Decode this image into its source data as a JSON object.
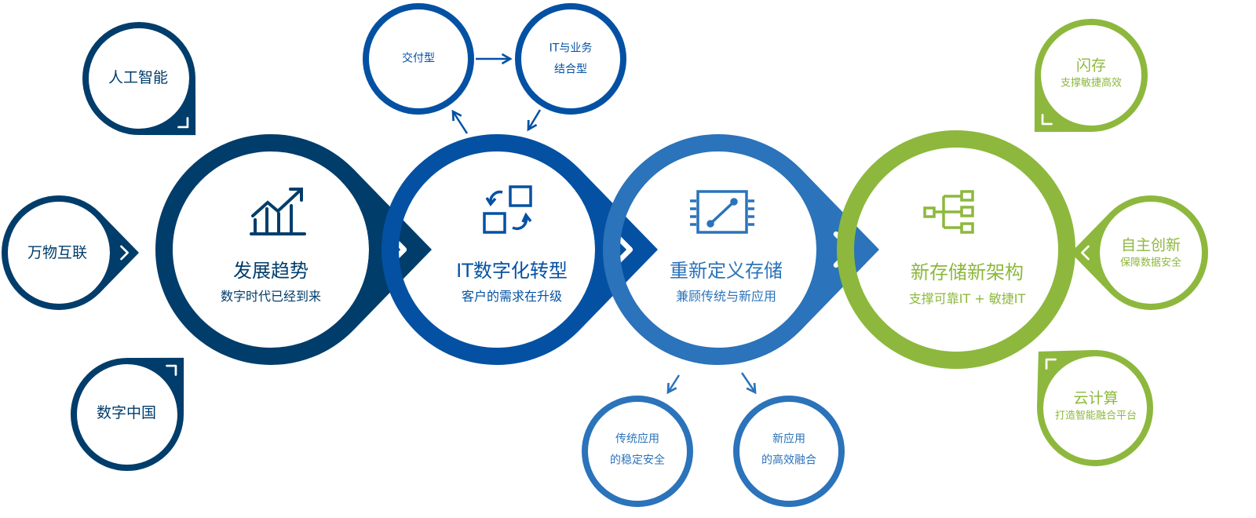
{
  "colors": {
    "navy": "#013d6b",
    "blue": "#0451a3",
    "lightblue": "#2b73ba",
    "green": "#8db83d"
  },
  "main": [
    {
      "title": "发展趋势",
      "subtitle": "数字时代已经到来",
      "icon": "trend-chart-icon"
    },
    {
      "title": "IT数字化转型",
      "subtitle": "客户的需求在升级",
      "icon": "transform-icon"
    },
    {
      "title": "重新定义存储",
      "subtitle": "兼顾传统与新应用",
      "icon": "storage-chip-icon"
    },
    {
      "title": "新存储新架构",
      "subtitle": "支撑可靠IT + 敏捷IT",
      "icon": "hierarchy-icon"
    }
  ],
  "left_nodes": [
    "人工智能",
    "万物互联",
    "数字中国"
  ],
  "top_nodes": [
    "交付型",
    "IT与业务\n结合型"
  ],
  "top_node_lines": [
    [
      "交付型"
    ],
    [
      "IT与业务",
      "结合型"
    ]
  ],
  "bottom_nodes": [
    [
      "传统应用",
      "的稳定安全"
    ],
    [
      "新应用",
      "的高效融合"
    ]
  ],
  "right_nodes": [
    {
      "title": "闪存",
      "subtitle": "支撑敏捷高效"
    },
    {
      "title": "自主创新",
      "subtitle": "保障数据安全"
    },
    {
      "title": "云计算",
      "subtitle": "打造智能融合平台"
    }
  ]
}
